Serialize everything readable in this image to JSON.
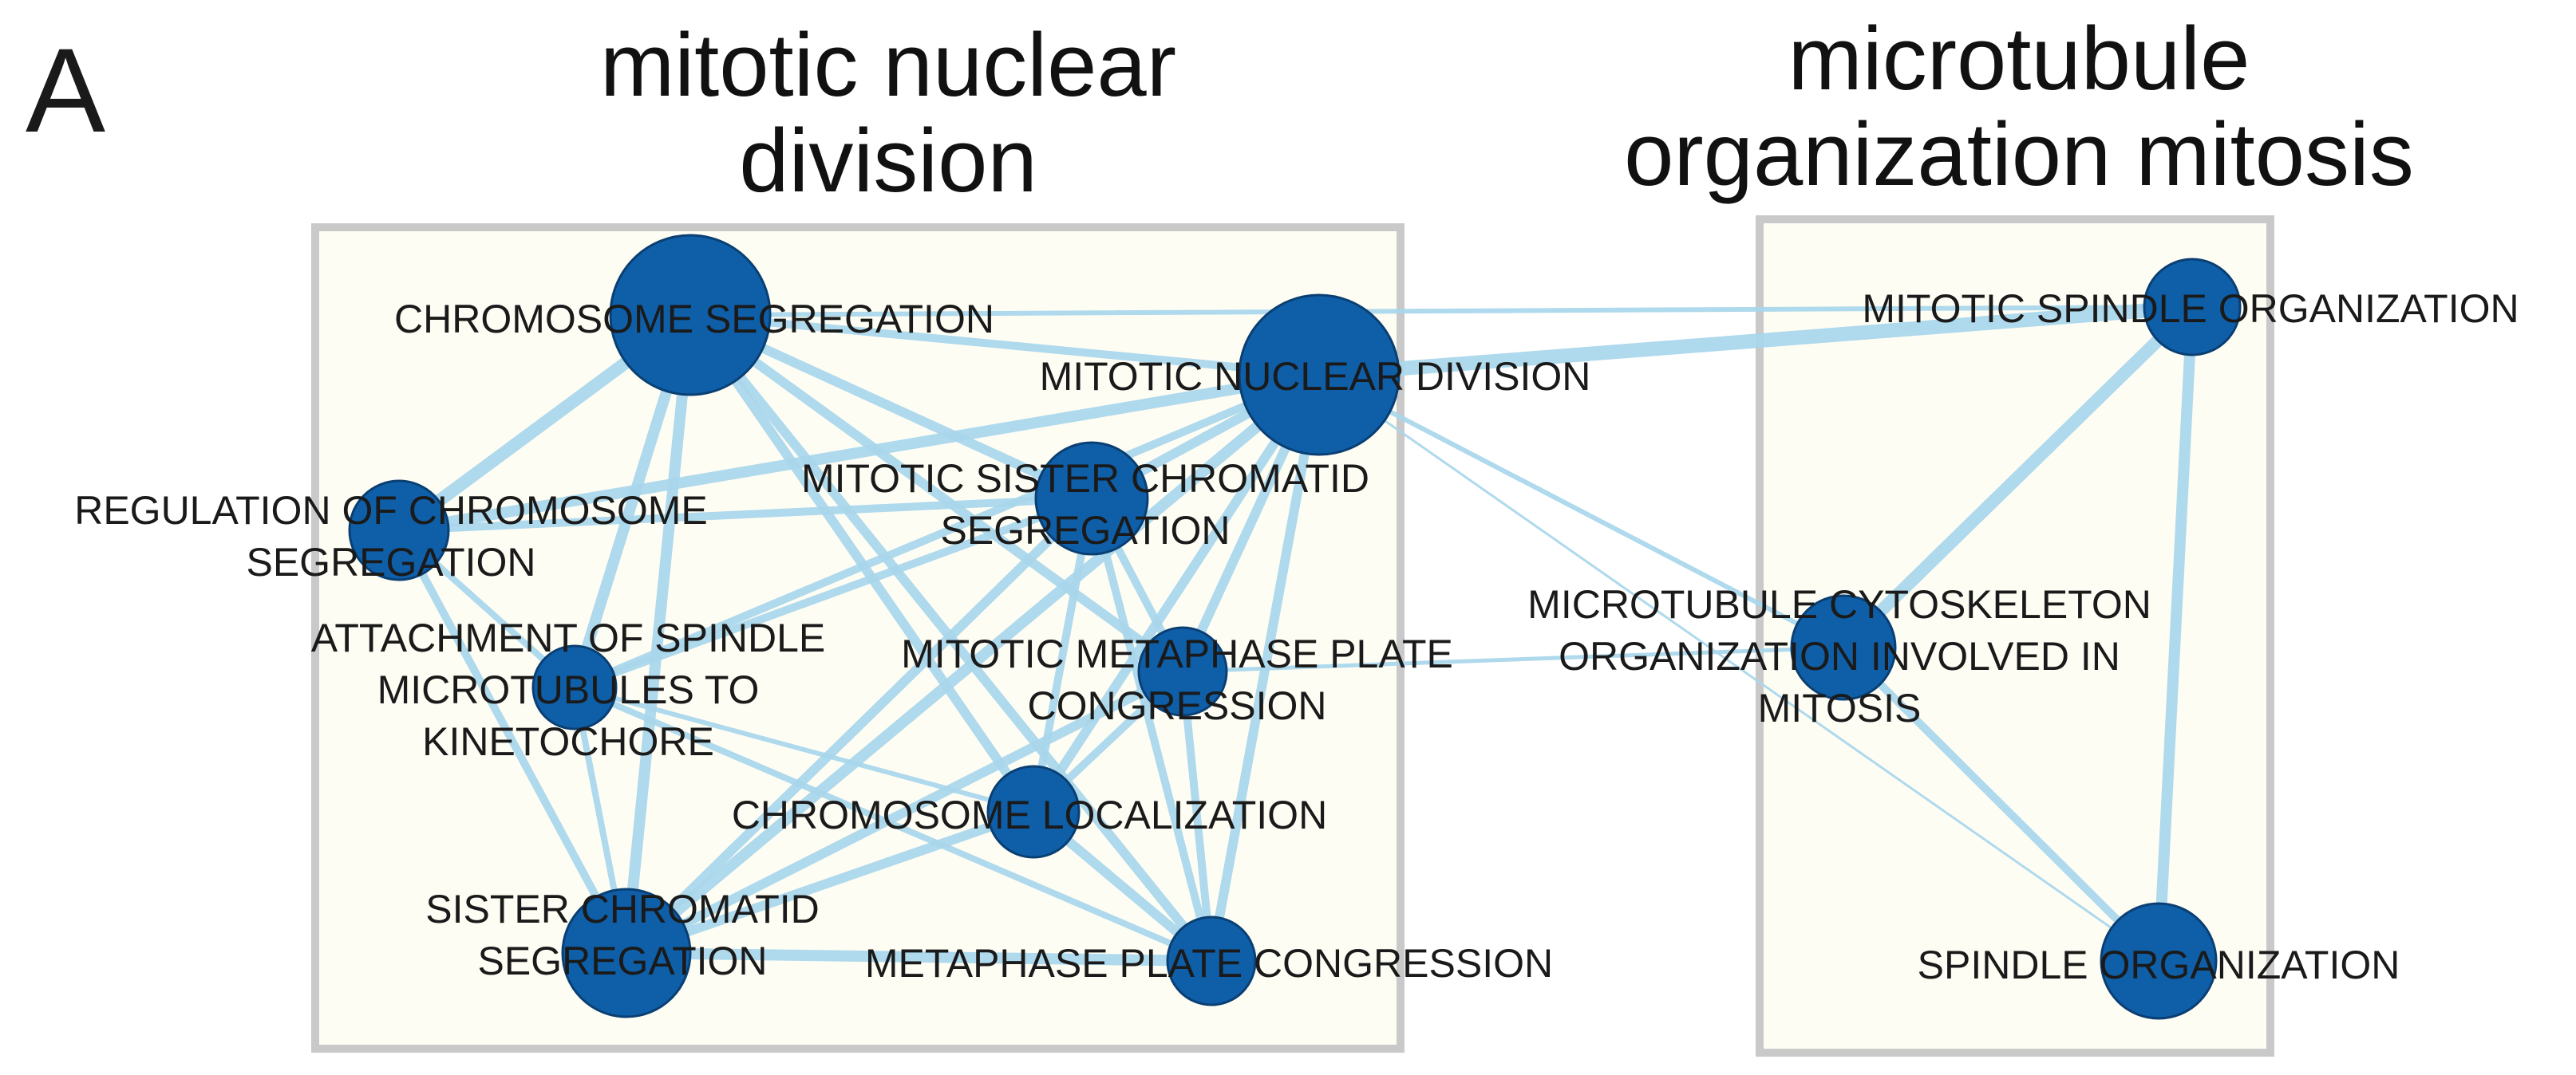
{
  "panel_label": "A",
  "colors": {
    "node_fill": "#0f5fa8",
    "node_stroke": "#0a3f73",
    "edge": "#a8d6ea",
    "cluster_fill": "#fefdf4",
    "cluster_stroke": "#c9c9c9"
  },
  "clusters": [
    {
      "id": "mitotic-nuclear-division",
      "title_lines": [
        "mitotic nuclear",
        "division"
      ]
    },
    {
      "id": "microtubule-organization-mitosis",
      "title_lines": [
        "microtubule",
        "organization mitosis"
      ]
    }
  ],
  "nodes": [
    {
      "id": "chromosome-segregation",
      "label_lines": [
        "CHROMOSOME SEGREGATION"
      ]
    },
    {
      "id": "mitotic-nuclear-division",
      "label_lines": [
        "MITOTIC NUCLEAR DIVISION"
      ]
    },
    {
      "id": "regulation-of-chromosome-segregation",
      "label_lines": [
        "REGULATION OF CHROMOSOME",
        "SEGREGATION"
      ]
    },
    {
      "id": "mitotic-sister-chromatid-segregation",
      "label_lines": [
        "MITOTIC SISTER CHROMATID",
        "SEGREGATION"
      ]
    },
    {
      "id": "attachment-of-spindle-microtubules",
      "label_lines": [
        "ATTACHMENT OF SPINDLE",
        "MICROTUBULES TO",
        "KINETOCHORE"
      ]
    },
    {
      "id": "mitotic-metaphase-plate-congression",
      "label_lines": [
        "MITOTIC METAPHASE PLATE",
        "CONGRESSION"
      ]
    },
    {
      "id": "chromosome-localization",
      "label_lines": [
        "CHROMOSOME LOCALIZATION"
      ]
    },
    {
      "id": "sister-chromatid-segregation",
      "label_lines": [
        "SISTER CHROMATID",
        "SEGREGATION"
      ]
    },
    {
      "id": "metaphase-plate-congression",
      "label_lines": [
        "METAPHASE PLATE CONGRESSION"
      ]
    },
    {
      "id": "mitotic-spindle-organization",
      "label_lines": [
        "MITOTIC SPINDLE ORGANIZATION"
      ]
    },
    {
      "id": "microtubule-cytoskeleton-organization",
      "label_lines": [
        "MICROTUBULE CYTOSKELETON",
        "ORGANIZATION INVOLVED IN",
        "MITOSIS"
      ]
    },
    {
      "id": "spindle-organization",
      "label_lines": [
        "SPINDLE ORGANIZATION"
      ]
    }
  ],
  "edges": [
    [
      "chromosome-segregation",
      "mitotic-nuclear-division"
    ],
    [
      "chromosome-segregation",
      "regulation-of-chromosome-segregation"
    ],
    [
      "chromosome-segregation",
      "mitotic-sister-chromatid-segregation"
    ],
    [
      "chromosome-segregation",
      "attachment-of-spindle-microtubules"
    ],
    [
      "chromosome-segregation",
      "mitotic-metaphase-plate-congression"
    ],
    [
      "chromosome-segregation",
      "chromosome-localization"
    ],
    [
      "chromosome-segregation",
      "sister-chromatid-segregation"
    ],
    [
      "chromosome-segregation",
      "metaphase-plate-congression"
    ],
    [
      "chromosome-segregation",
      "mitotic-spindle-organization"
    ],
    [
      "mitotic-nuclear-division",
      "regulation-of-chromosome-segregation"
    ],
    [
      "mitotic-nuclear-division",
      "mitotic-sister-chromatid-segregation"
    ],
    [
      "mitotic-nuclear-division",
      "attachment-of-spindle-microtubules"
    ],
    [
      "mitotic-nuclear-division",
      "mitotic-metaphase-plate-congression"
    ],
    [
      "mitotic-nuclear-division",
      "chromosome-localization"
    ],
    [
      "mitotic-nuclear-division",
      "sister-chromatid-segregation"
    ],
    [
      "mitotic-nuclear-division",
      "metaphase-plate-congression"
    ],
    [
      "mitotic-nuclear-division",
      "mitotic-spindle-organization"
    ],
    [
      "mitotic-nuclear-division",
      "microtubule-cytoskeleton-organization"
    ],
    [
      "mitotic-nuclear-division",
      "spindle-organization"
    ],
    [
      "regulation-of-chromosome-segregation",
      "mitotic-sister-chromatid-segregation"
    ],
    [
      "regulation-of-chromosome-segregation",
      "attachment-of-spindle-microtubules"
    ],
    [
      "regulation-of-chromosome-segregation",
      "sister-chromatid-segregation"
    ],
    [
      "mitotic-sister-chromatid-segregation",
      "attachment-of-spindle-microtubules"
    ],
    [
      "mitotic-sister-chromatid-segregation",
      "mitotic-metaphase-plate-congression"
    ],
    [
      "mitotic-sister-chromatid-segregation",
      "chromosome-localization"
    ],
    [
      "mitotic-sister-chromatid-segregation",
      "sister-chromatid-segregation"
    ],
    [
      "mitotic-sister-chromatid-segregation",
      "metaphase-plate-congression"
    ],
    [
      "attachment-of-spindle-microtubules",
      "sister-chromatid-segregation"
    ],
    [
      "attachment-of-spindle-microtubules",
      "chromosome-localization"
    ],
    [
      "attachment-of-spindle-microtubules",
      "metaphase-plate-congression"
    ],
    [
      "mitotic-metaphase-plate-congression",
      "chromosome-localization"
    ],
    [
      "mitotic-metaphase-plate-congression",
      "sister-chromatid-segregation"
    ],
    [
      "mitotic-metaphase-plate-congression",
      "metaphase-plate-congression"
    ],
    [
      "mitotic-metaphase-plate-congression",
      "microtubule-cytoskeleton-organization"
    ],
    [
      "chromosome-localization",
      "sister-chromatid-segregation"
    ],
    [
      "chromosome-localization",
      "metaphase-plate-congression"
    ],
    [
      "sister-chromatid-segregation",
      "metaphase-plate-congression"
    ],
    [
      "mitotic-spindle-organization",
      "microtubule-cytoskeleton-organization"
    ],
    [
      "mitotic-spindle-organization",
      "spindle-organization"
    ],
    [
      "microtubule-cytoskeleton-organization",
      "spindle-organization"
    ]
  ]
}
